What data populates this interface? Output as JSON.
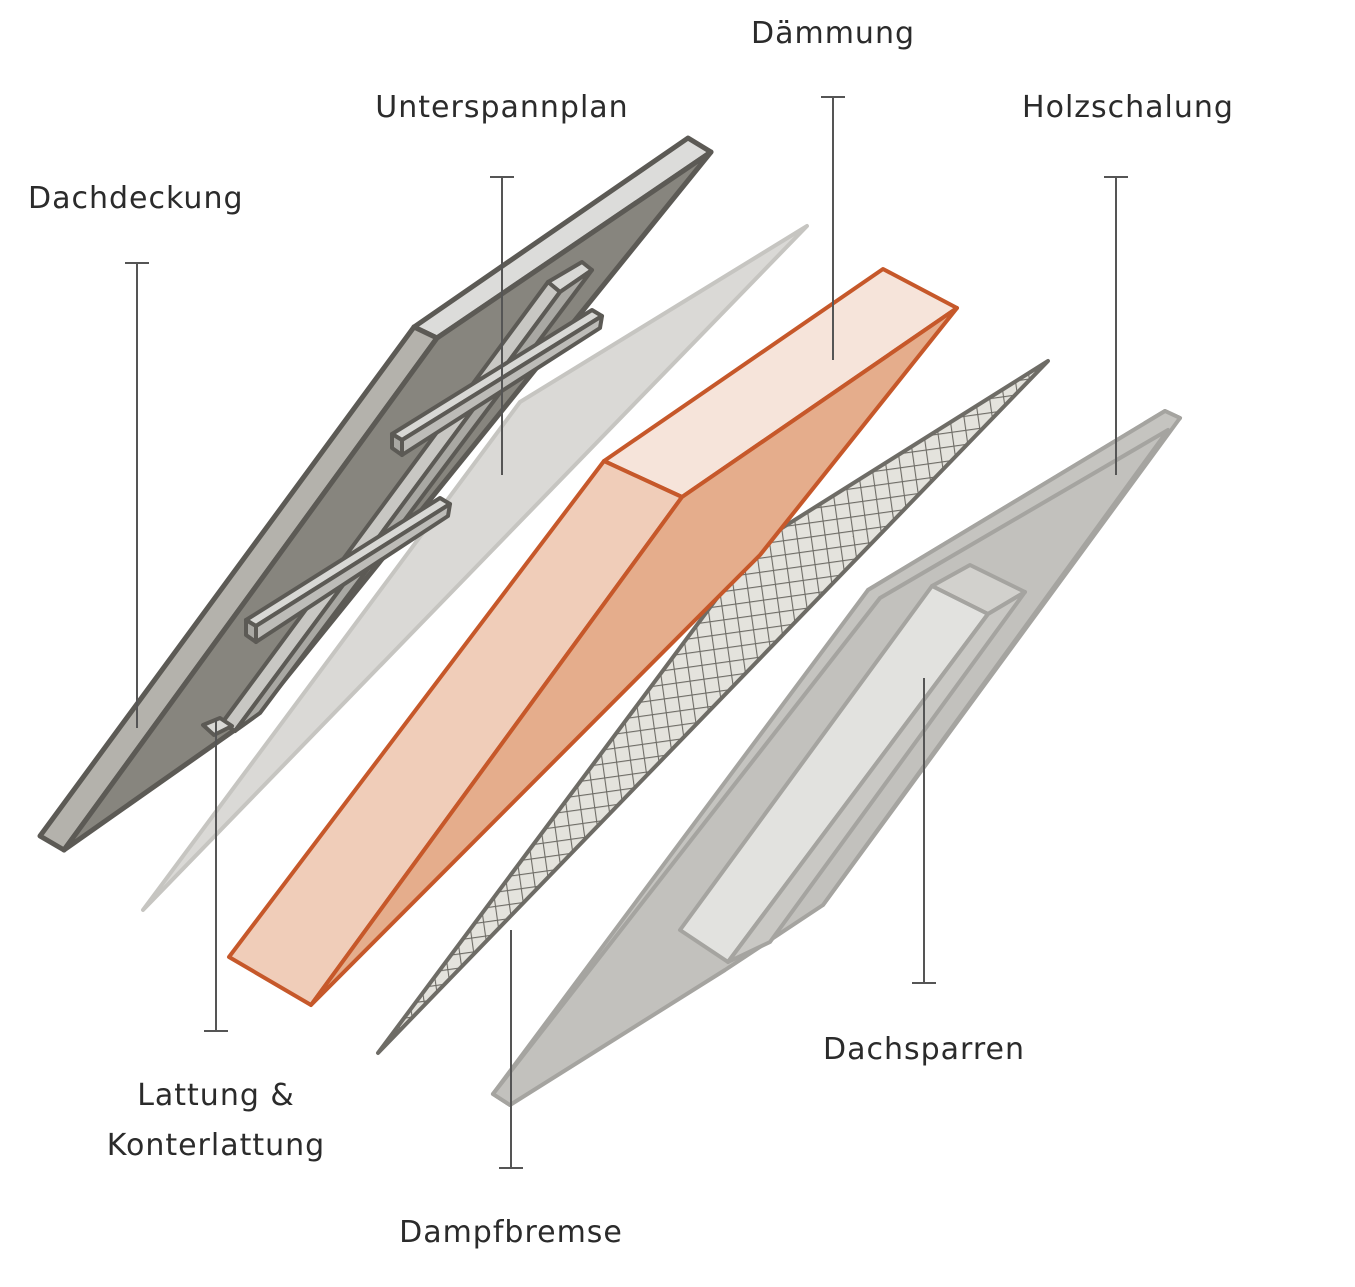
{
  "labels": {
    "dachdeckung": "Dachdeckung",
    "unterspannplan": "Unterspannplan",
    "daemmung": "Dämmung",
    "holzschalung": "Holzschalung",
    "lattung_line1": "Lattung &",
    "lattung_line2": "Konterlattung",
    "dachsparren": "Dachsparren",
    "dampfbremse": "Dampfbremse"
  },
  "colors": {
    "roof_dark": "#87857e",
    "roof_light": "#b4b2ac",
    "roof_top": "#dcdcda",
    "roof_stroke": "#5c5a55",
    "membrane": "#dad9d6",
    "membrane_stroke": "#c6c5c1",
    "insulation_top": "#f6e4da",
    "insulation_front": "#f0cdb9",
    "insulation_side": "#e5ad8c",
    "insulation_stroke": "#c6582a",
    "mesh_fill": "#e4e3dd",
    "mesh_stroke": "#6e6c66",
    "board": "#c5c4c0",
    "board_stroke": "#a5a4a0",
    "board_light": "#e3e3e0",
    "leader": "#555555",
    "text": "#2b2b2b"
  }
}
